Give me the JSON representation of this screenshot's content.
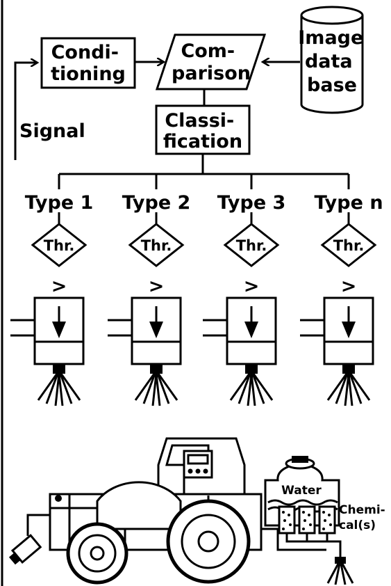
{
  "flow": {
    "conditioning": [
      "Condi-",
      "tioning"
    ],
    "comparison": [
      "Com-",
      "parison"
    ],
    "database": [
      "Image",
      "data",
      "base"
    ],
    "classification": [
      "Classi-",
      "fication"
    ],
    "signal": "Signal"
  },
  "types": [
    {
      "label": "Type 1",
      "threshold": "Thr.",
      "compare": ">"
    },
    {
      "label": "Type 2",
      "threshold": "Thr.",
      "compare": ">"
    },
    {
      "label": "Type 3",
      "threshold": "Thr.",
      "compare": ">"
    },
    {
      "label": "Type n",
      "threshold": "Thr.",
      "compare": ">"
    }
  ],
  "tractor": {
    "water": "Water",
    "chemicals": [
      "Chemi-",
      "cal(s)"
    ]
  }
}
